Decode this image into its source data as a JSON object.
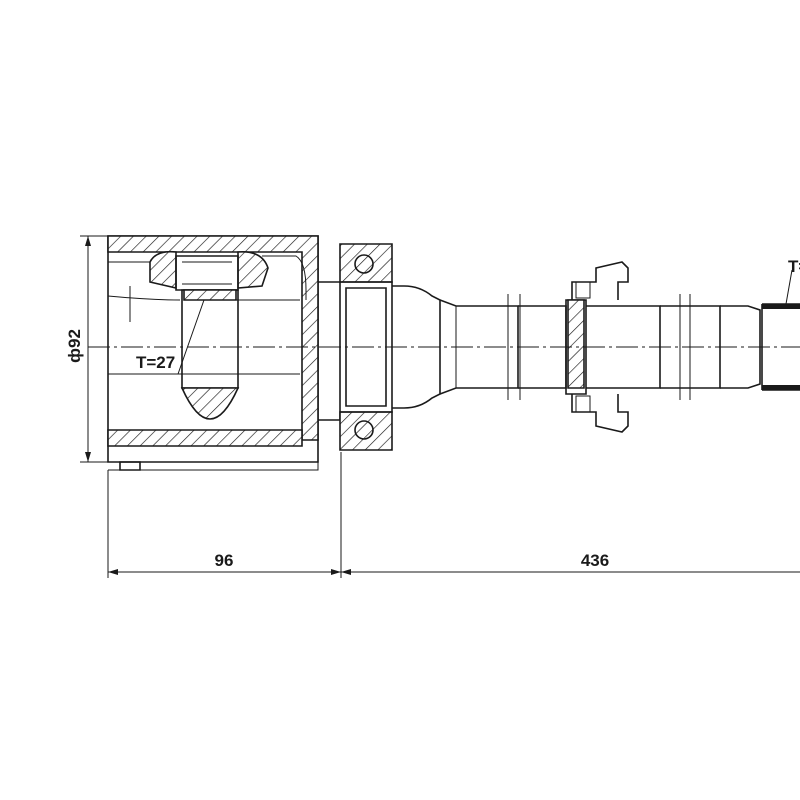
{
  "dimensions": {
    "diameter": "ф92",
    "length_joint": "96",
    "length_shaft": "436"
  },
  "annotations": {
    "spline_left": "T=27",
    "spline_right": "T="
  }
}
